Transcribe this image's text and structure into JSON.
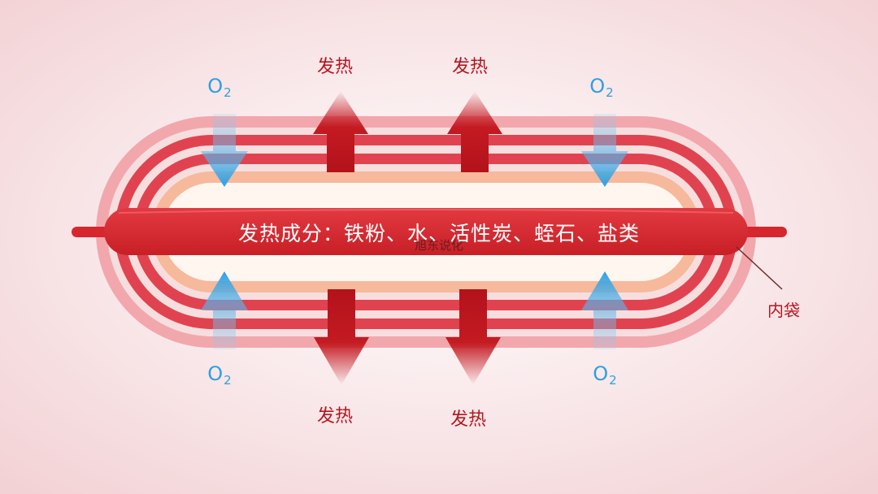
{
  "labels": {
    "ingredients": "发热成分：铁粉、水、活性炭、蛭石、盐类",
    "watermark": "旭东说化",
    "inner_bag": "内袋",
    "heat": [
      "发热",
      "发热",
      "发热",
      "发热"
    ],
    "oxygen": {
      "base": "O",
      "sub": "2"
    }
  },
  "colors": {
    "background_center": "#ffffff",
    "background_edge": "#f4d6d8",
    "outer_layer": "#f2a7ad",
    "red_layer": "#e0434f",
    "pale_layer": "#f7dede",
    "inner_pad": "#f6b99b",
    "inner_core": "#fff6f0",
    "bag_fill": "#d7262e",
    "heat_arrow": "#b3121b",
    "oxygen_arrow": "#3aa6e8",
    "text_red": "#b3161f",
    "text_blue": "#2f9fe0"
  }
}
